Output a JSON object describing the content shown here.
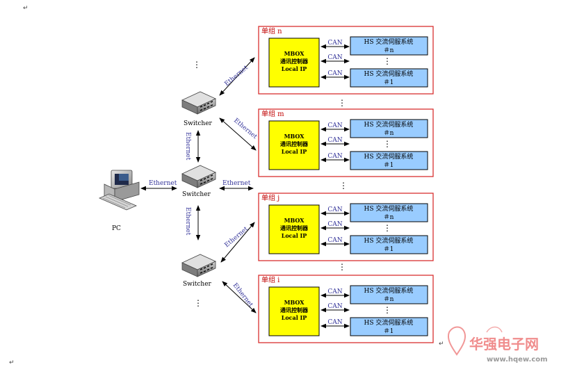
{
  "paragraph_mark": "↵",
  "groups": [
    {
      "title": "单组 n",
      "mbox": [
        "MBOX",
        "通讯控制器",
        "Local IP"
      ],
      "can": [
        "CAN",
        "CAN",
        "CAN"
      ],
      "servo_top": [
        "HS 交流伺服系统",
        "＃n"
      ],
      "servo_bottom": [
        "HS 交流伺服系统",
        "＃1"
      ],
      "dots": "⋮"
    },
    {
      "title": "单组 m",
      "mbox": [
        "MBOX",
        "通讯控制器",
        "Local IP"
      ],
      "can": [
        "CAN",
        "CAN",
        "CAN"
      ],
      "servo_top": [
        "HS 交流伺服系统",
        "＃n"
      ],
      "servo_bottom": [
        "HS 交流伺服系统",
        "＃1"
      ],
      "dots": "⋮"
    },
    {
      "title": "单组 j",
      "mbox": [
        "MBOX",
        "通讯控制器",
        "Local IP"
      ],
      "can": [
        "CAN",
        "CAN",
        "CAN"
      ],
      "servo_top": [
        "HS 交流伺服系统",
        "＃n"
      ],
      "servo_bottom": [
        "HS 交流伺服系统",
        "＃1"
      ],
      "dots": "⋮"
    },
    {
      "title": "单组 i",
      "mbox": [
        "MBOX",
        "通讯控制器",
        "Local IP"
      ],
      "can": [
        "CAN",
        "CAN",
        "CAN"
      ],
      "servo_top": [
        "HS 交流伺服系统",
        "＃n"
      ],
      "servo_bottom": [
        "HS 交流伺服系统",
        "＃1"
      ],
      "dots": "⋮"
    }
  ],
  "switchers": [
    "Switcher",
    "Switcher",
    "Switcher"
  ],
  "pc_label": "PC",
  "ethernet_label": "Ethernet",
  "vertical_dots": "⋮",
  "watermark": {
    "text": "华强电子网",
    "url": "www.hqew.com"
  },
  "colors": {
    "group_border": "#d9302f",
    "mbox_fill": "#ffff00",
    "servo_fill": "#99ccff",
    "link_text": "#333399"
  }
}
